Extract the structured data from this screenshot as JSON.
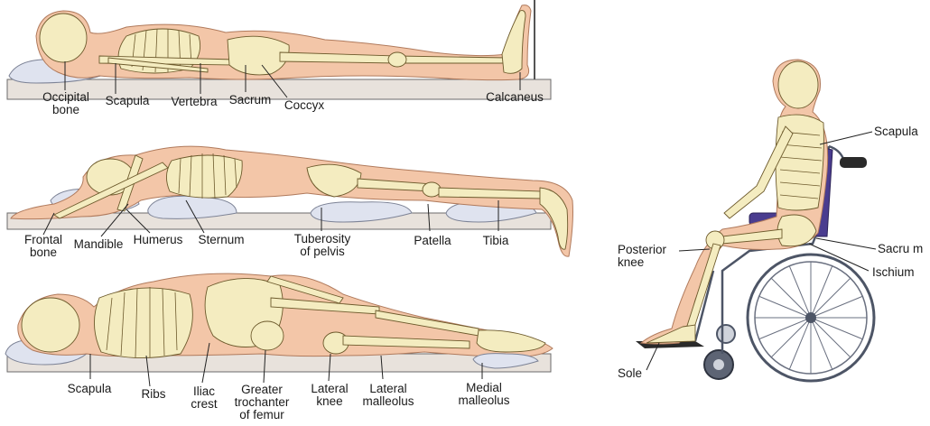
{
  "panels": {
    "supine": {
      "labels": {
        "occipital": "Occipital\nbone",
        "scapula": "Scapula",
        "vertebra": "Vertebra",
        "sacrum": "Sacrum",
        "coccyx": "Coccyx",
        "calcaneus": "Calcaneus"
      }
    },
    "prone": {
      "labels": {
        "frontal": "Frontal\nbone",
        "mandible": "Mandible",
        "humerus": "Humerus",
        "sternum": "Sternum",
        "pelvis": "Tuberosity\nof pelvis",
        "patella": "Patella",
        "tibia": "Tibia"
      }
    },
    "lateral": {
      "labels": {
        "scapula": "Scapula",
        "ribs": "Ribs",
        "iliac": "Iliac\ncrest",
        "trochanter": "Greater\ntrochanter\nof femur",
        "lateral_knee": "Lateral\nknee",
        "lateral_malleolus": "Lateral\nmalleolus",
        "medial_malleolus": "Medial\nmalleolus"
      }
    },
    "seated": {
      "labels": {
        "scapula": "Scapula",
        "sacrum": "Sacru m",
        "ischium": "Ischium",
        "posterior_knee": "Posterior\nknee",
        "sole": "Sole"
      }
    }
  }
}
